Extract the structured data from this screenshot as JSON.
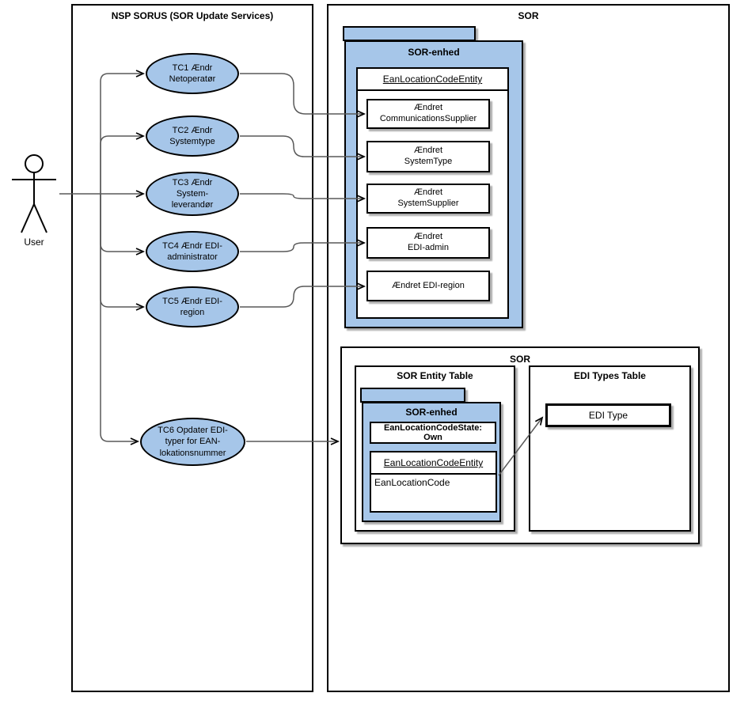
{
  "left_panel": {
    "title": "NSP SORUS (SOR Update Services)"
  },
  "actor": {
    "label": "User"
  },
  "use_cases": [
    {
      "id": "TC1",
      "label": "TC1 Ændr\nNetoperatør"
    },
    {
      "id": "TC2",
      "label": "TC2 Ændr\nSystemtype"
    },
    {
      "id": "TC3",
      "label": "TC3 Ændr\nSystem-\nleverandør"
    },
    {
      "id": "TC4",
      "label": "TC4 Ændr EDI-\nadministrator"
    },
    {
      "id": "TC5",
      "label": "TC5 Ændr EDI-\nregion"
    },
    {
      "id": "TC6",
      "label": "TC6 Opdater EDI-\ntyper for EAN-\nlokationsnummer"
    }
  ],
  "sor_panel": {
    "title": "SOR",
    "folder": {
      "title": "SOR-enhed",
      "entity_header": "EanLocationCodeEntity",
      "events": [
        "Ændret\nCommunicationsSupplier",
        "Ændret\nSystemType",
        "Ændret\nSystemSupplier",
        "Ændret\nEDI-admin",
        "Ændret EDI-region"
      ]
    },
    "inner_panel": {
      "title": "SOR",
      "entity_table": {
        "title": "SOR Entity Table",
        "folder": {
          "title": "SOR-enhed",
          "state_box": "EanLocationCodeState:\nOwn",
          "entity_header": "EanLocationCodeEntity",
          "entity_field": "EanLocationCode"
        }
      },
      "edi_table": {
        "title": "EDI Types Table",
        "type_box": "EDI Type"
      }
    }
  },
  "colors": {
    "node_fill": "#a6c6e9",
    "stroke": "#000000",
    "connector": "#595959"
  }
}
